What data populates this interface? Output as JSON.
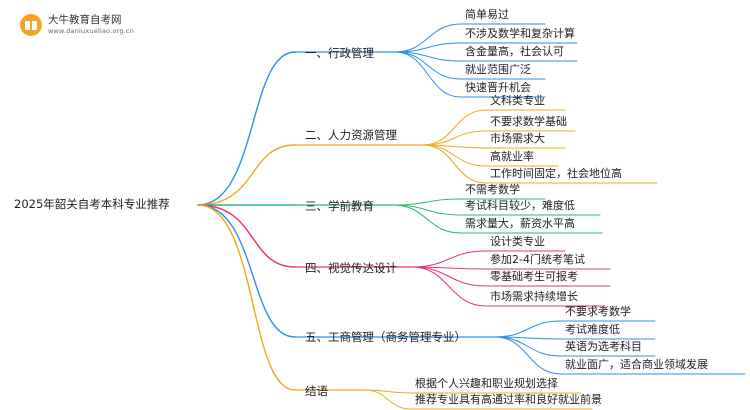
{
  "logo": {
    "title": "大牛教育自考网",
    "url": "www.daniuxueliao.org.cn"
  },
  "root": {
    "label": "2025年韶关自考本科专业推荐"
  },
  "branches": [
    {
      "label": "一、行政管理",
      "color": "#2d8ff0",
      "leaves": [
        "简单易过",
        "不涉及数学和复杂计算",
        "含金量高，社会认可",
        "就业范围广泛",
        "快速晋升机会"
      ]
    },
    {
      "label": "二、人力资源管理",
      "color": "#f0a81c",
      "leaves": [
        "文科类专业",
        "不要求数学基础",
        "市场需求大",
        "高就业率",
        "工作时间固定，社会地位高"
      ]
    },
    {
      "label": "三、学前教育",
      "color": "#2bb673",
      "leaves": [
        "不需考数学",
        "考试科目较少，难度低",
        "需求量大，薪资水平高"
      ]
    },
    {
      "label": "四、视觉传达设计",
      "color": "#e8336d",
      "leaves": [
        "设计类专业",
        "参加2-4门统考笔试",
        "零基础考生可报考",
        "市场需求持续增长"
      ]
    },
    {
      "label": "五、工商管理（商务管理专业）",
      "color": "#2d8ff0",
      "leaves": [
        "不要求考数学",
        "考试难度低",
        "英语为选考科目",
        "就业面广，适合商业领域发展"
      ]
    },
    {
      "label": "结语",
      "color": "#f0a81c",
      "leaves": [
        "根据个人兴趣和职业规划选择",
        "推荐专业具有高通过率和良好就业前景"
      ]
    }
  ]
}
